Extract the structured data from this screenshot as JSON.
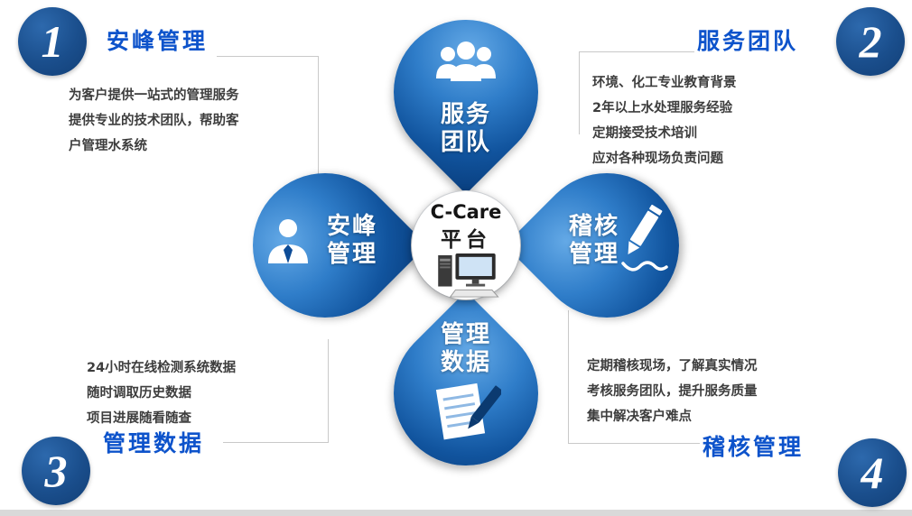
{
  "corners": [
    {
      "number": "1",
      "title": "安峰管理",
      "text": "为客户提供一站式的管理服务\n提供专业的技术团队，帮助客\n户管理水系统"
    },
    {
      "number": "2",
      "title": "服务团队",
      "text": "环境、化工专业教育背景\n2年以上水处理服务经验\n定期接受技术培训\n应对各种现场负责问题"
    },
    {
      "number": "3",
      "title": "管理数据",
      "text": "24小时在线检测系统数据\n随时调取历史数据\n项目进展随看随查"
    },
    {
      "number": "4",
      "title": "稽核管理",
      "text": "定期稽核现场，了解真实情况\n考核服务团队，提升服务质量\n集中解决客户难点"
    }
  ],
  "petals": {
    "top": {
      "label": "服务\n团队",
      "icon": "team-people-icon"
    },
    "left": {
      "label": "安峰\n管理",
      "icon": "manager-person-icon"
    },
    "right": {
      "label": "稽核\n管理",
      "icon": "pencil-icon"
    },
    "bottom": {
      "label": "管理\n数据",
      "icon": "document-pen-icon"
    }
  },
  "center": {
    "line1": "C-Care",
    "line2": "平台",
    "icon": "desktop-computer-icon"
  },
  "colors": {
    "heading_blue": "#0d53cb",
    "petal_blue_light": "#64a9e6",
    "petal_blue_dark": "#093e7e",
    "number_circle_blue": "#1a4e8c",
    "body_text": "#3d3d3d",
    "connector_gray": "#c9c9c9"
  }
}
